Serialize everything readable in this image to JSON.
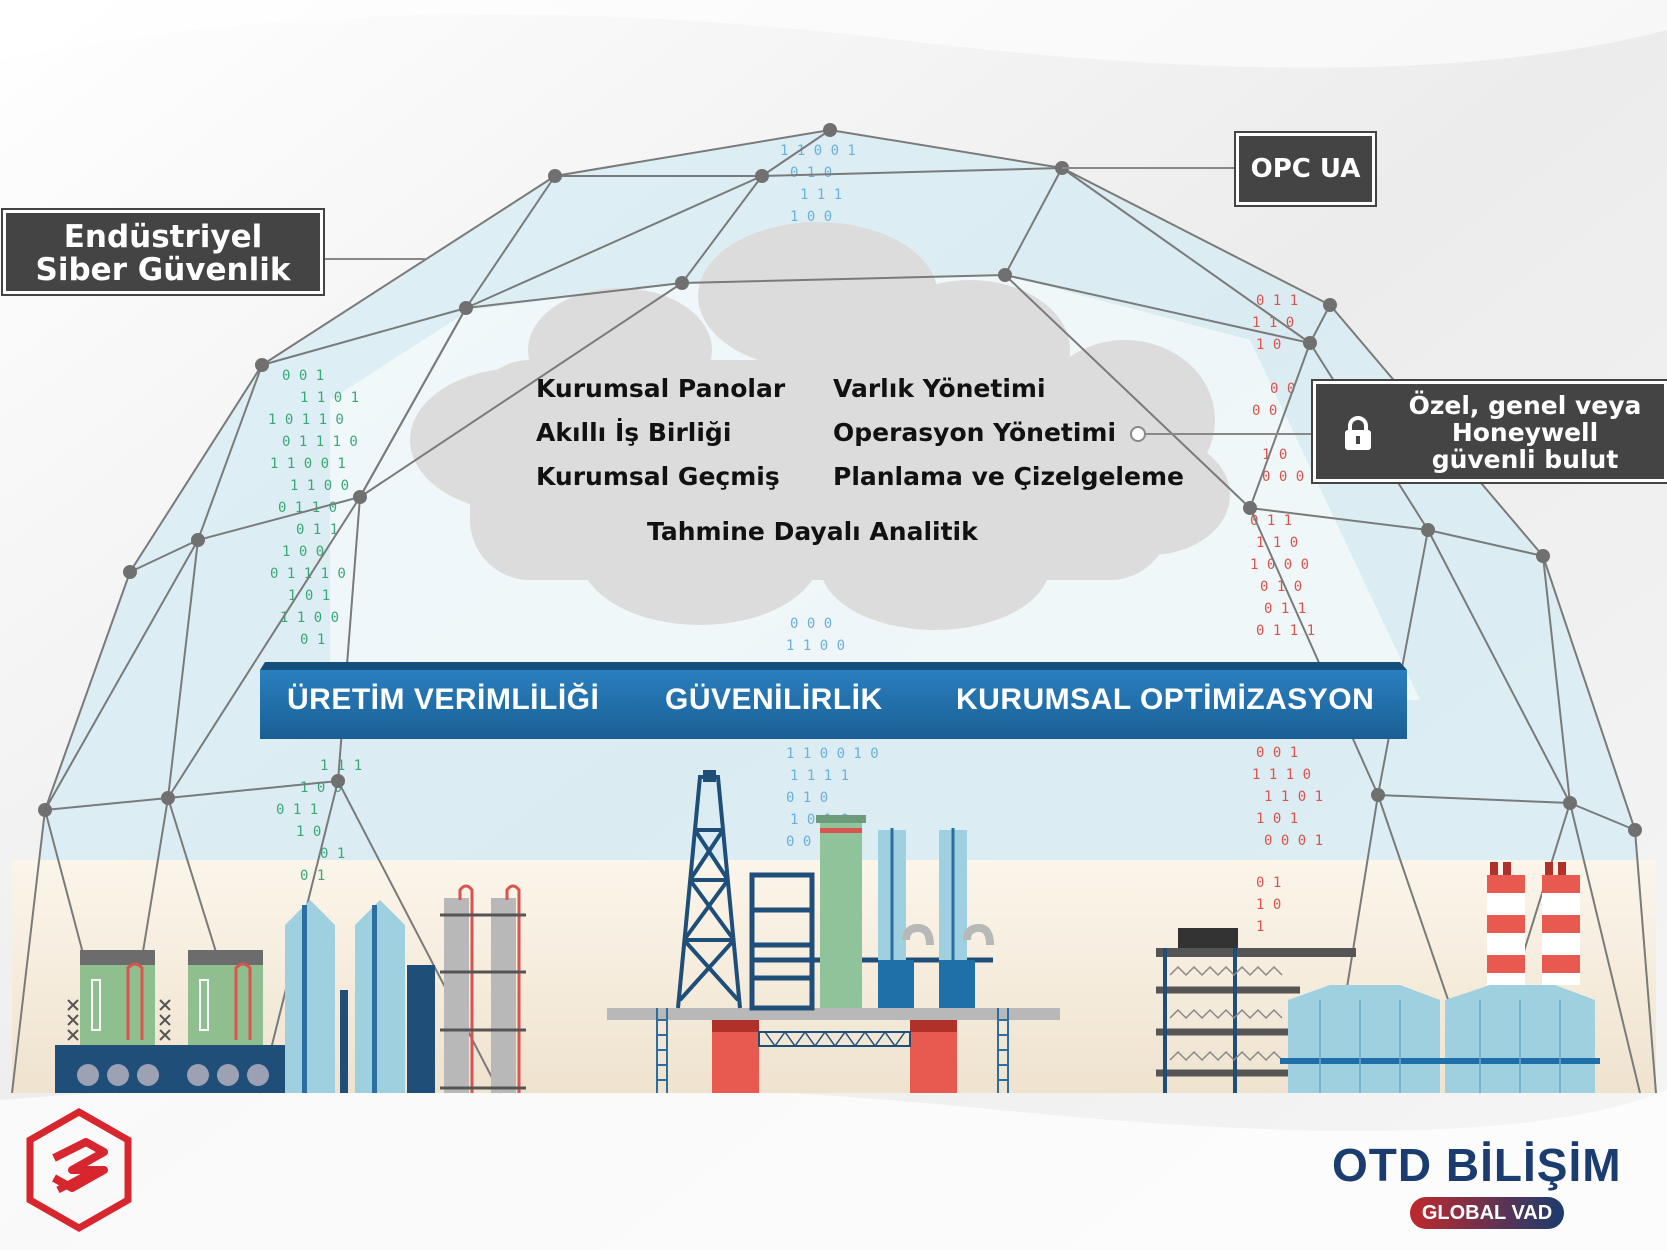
{
  "labels": {
    "cyber_security": "Endüstriyel\nSiber Güvenlik",
    "opc_ua": "OPC UA",
    "cloud": "Özel, genel veya\nHoneywell\ngüvenli bulut"
  },
  "cloud_items": {
    "left": [
      "Kurumsal Panolar",
      "Akıllı İş Birliği",
      "Kurumsal Geçmiş"
    ],
    "right": [
      "Varlık Yönetimi",
      "Operasyon Yönetimi",
      "Planlama ve Çizelgeleme"
    ],
    "center": "Tahmine Dayalı Analitik"
  },
  "banner": {
    "items": [
      "ÜRETİM VERİMLİLİĞİ",
      "GÜVENİLİRLİK",
      "KURUMSAL OPTİMİZASYON"
    ]
  },
  "brand": {
    "name": "OTD BİLİŞİM",
    "tag": "GLOBAL VAD"
  },
  "colors": {
    "banner": "#1f6fa8",
    "dark_box": "#444444",
    "dome_fill": "#cfe8ef",
    "binary_green": "#3aa876",
    "binary_red": "#d9534f",
    "binary_blue": "#6ab0d8",
    "brand_red": "#d7262d",
    "brand_navy": "#1a3c6e"
  }
}
